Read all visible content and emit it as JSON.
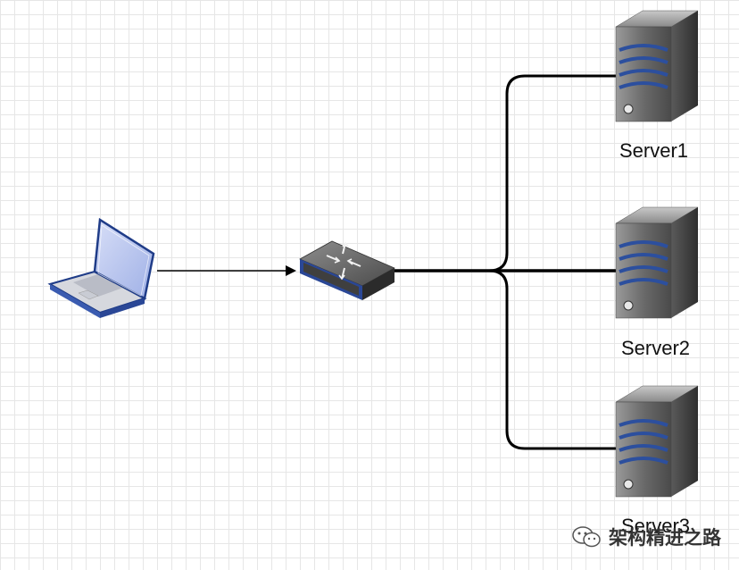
{
  "nodes": {
    "laptop": {
      "icon": "laptop-icon"
    },
    "router": {
      "icon": "router-icon"
    },
    "servers": [
      {
        "label": "Server1",
        "icon": "server-tower-icon"
      },
      {
        "label": "Server2",
        "icon": "server-tower-icon"
      },
      {
        "label": "Server3",
        "icon": "server-tower-icon"
      }
    ]
  },
  "edges": [
    {
      "from": "laptop",
      "to": "router",
      "style": "arrow"
    },
    {
      "from": "router",
      "to": "Server1",
      "style": "thick-line"
    },
    {
      "from": "router",
      "to": "Server2",
      "style": "thick-line"
    },
    {
      "from": "router",
      "to": "Server3",
      "style": "thick-line"
    }
  ],
  "watermark": {
    "text": "架构精进之路",
    "icon": "wechat-icon"
  },
  "colors": {
    "accent_blue": "#2c4f9e",
    "server_gray": "#6e6e6e",
    "line": "#000000"
  }
}
